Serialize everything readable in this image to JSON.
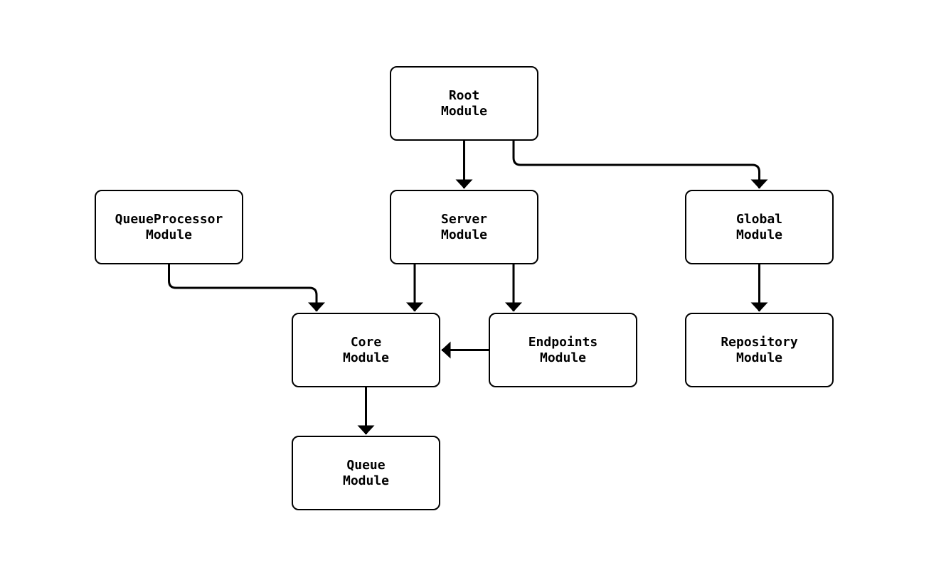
{
  "diagram": {
    "background_color": "#ffffff",
    "node_fill_color": "#ffffff",
    "line_color": "#000000",
    "nodes": [
      {
        "id": "root",
        "line1": "Root",
        "line2": "Module"
      },
      {
        "id": "server",
        "line1": "Server",
        "line2": "Module"
      },
      {
        "id": "global",
        "line1": "Global",
        "line2": "Module"
      },
      {
        "id": "queueprocessor",
        "line1": "QueueProcessor",
        "line2": "Module"
      },
      {
        "id": "core",
        "line1": "Core",
        "line2": "Module"
      },
      {
        "id": "endpoints",
        "line1": "Endpoints",
        "line2": "Module"
      },
      {
        "id": "repository",
        "line1": "Repository",
        "line2": "Module"
      },
      {
        "id": "queue",
        "line1": "Queue",
        "line2": "Module"
      }
    ],
    "edges": [
      {
        "from": "Root Module",
        "to": "Server Module"
      },
      {
        "from": "Root Module",
        "to": "Global Module"
      },
      {
        "from": "QueueProcessor Module",
        "to": "Core Module"
      },
      {
        "from": "Server Module",
        "to": "Core Module"
      },
      {
        "from": "Server Module",
        "to": "Endpoints Module"
      },
      {
        "from": "Endpoints Module",
        "to": "Core Module"
      },
      {
        "from": "Global Module",
        "to": "Repository Module"
      },
      {
        "from": "Core Module",
        "to": "Queue Module"
      }
    ]
  }
}
